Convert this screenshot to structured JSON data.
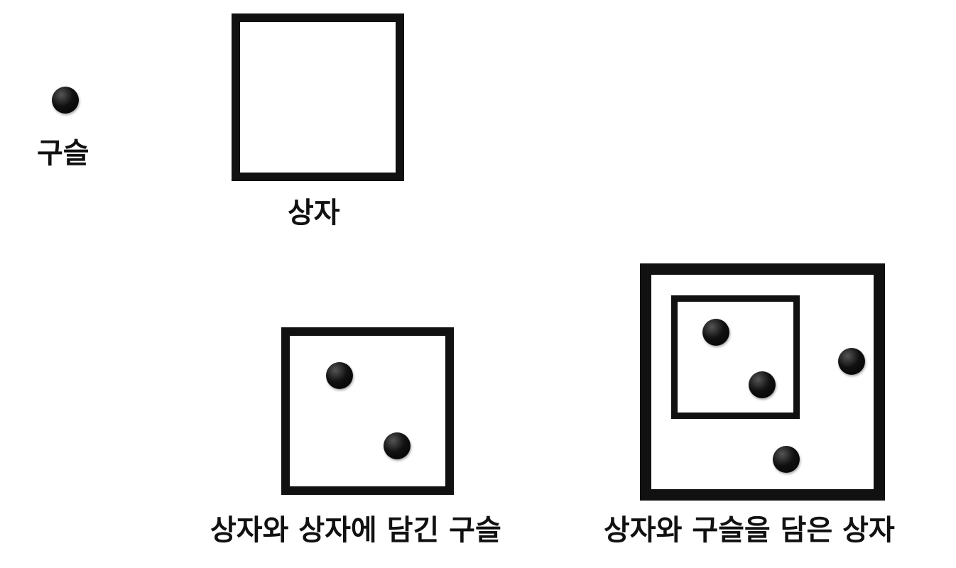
{
  "figures": {
    "marble": {
      "caption": "구슬"
    },
    "box": {
      "caption": "상자"
    },
    "box_with_marbles": {
      "caption": "상자와 상자에 담긴 구슬"
    },
    "box_with_box_and_marbles": {
      "caption": "상자와 구슬을 담은 상자"
    }
  },
  "colors": {
    "ink": "#111111",
    "background": "#ffffff"
  }
}
